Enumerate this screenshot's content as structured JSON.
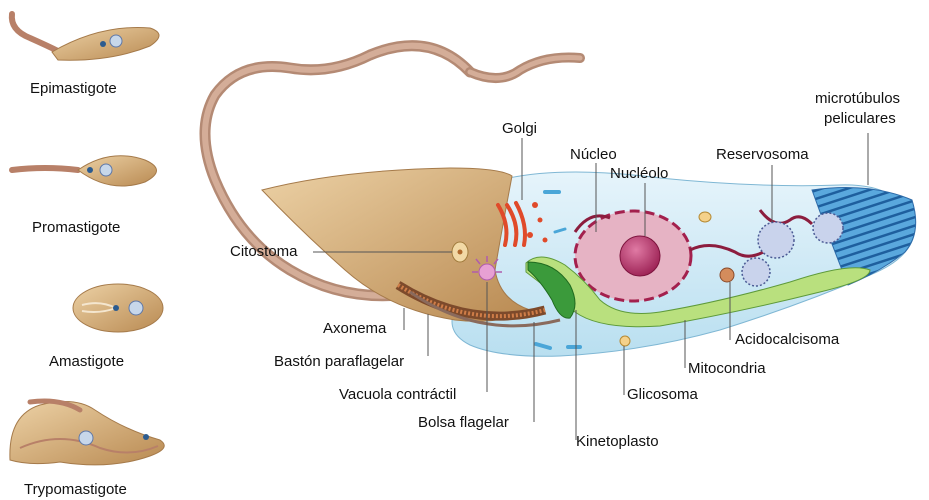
{
  "forms": [
    {
      "key": "epimastigote",
      "label": "Epimastigote"
    },
    {
      "key": "promastigote",
      "label": "Promastigote"
    },
    {
      "key": "amastigote",
      "label": "Amastigote"
    },
    {
      "key": "trypomastigote",
      "label": "Trypomastigote"
    }
  ],
  "labels": {
    "golgi": "Golgi",
    "nucleo": "Núcleo",
    "nucleolo": "Nucléolo",
    "reservosoma": "Reservosoma",
    "microtubulos_1": "microtúbulos",
    "microtubulos_2": "peliculares",
    "citostoma": "Citostoma",
    "axonema": "Axonema",
    "baston": "Bastón paraflagelar",
    "vacuola": "Vacuola contráctil",
    "bolsa": "Bolsa flagelar",
    "kinetoplasto": "Kinetoplasto",
    "glicosoma": "Glicosoma",
    "mitocondria": "Mitocondria",
    "acidocalcisoma": "Acidocalcisoma"
  },
  "colors": {
    "body_tan": "#d9b583",
    "flagellum": "#c99a82",
    "cytoplasm": "#cfe9f5",
    "nucleus": "#e8b4c6",
    "nucleolus": "#b8306a",
    "mitochondria": "#a8d86e",
    "kinetoplast": "#3b9a3b",
    "golgi": "#e04a2a",
    "reservosome": "#6c7aa8",
    "microtubules": "#2d7dbf"
  }
}
